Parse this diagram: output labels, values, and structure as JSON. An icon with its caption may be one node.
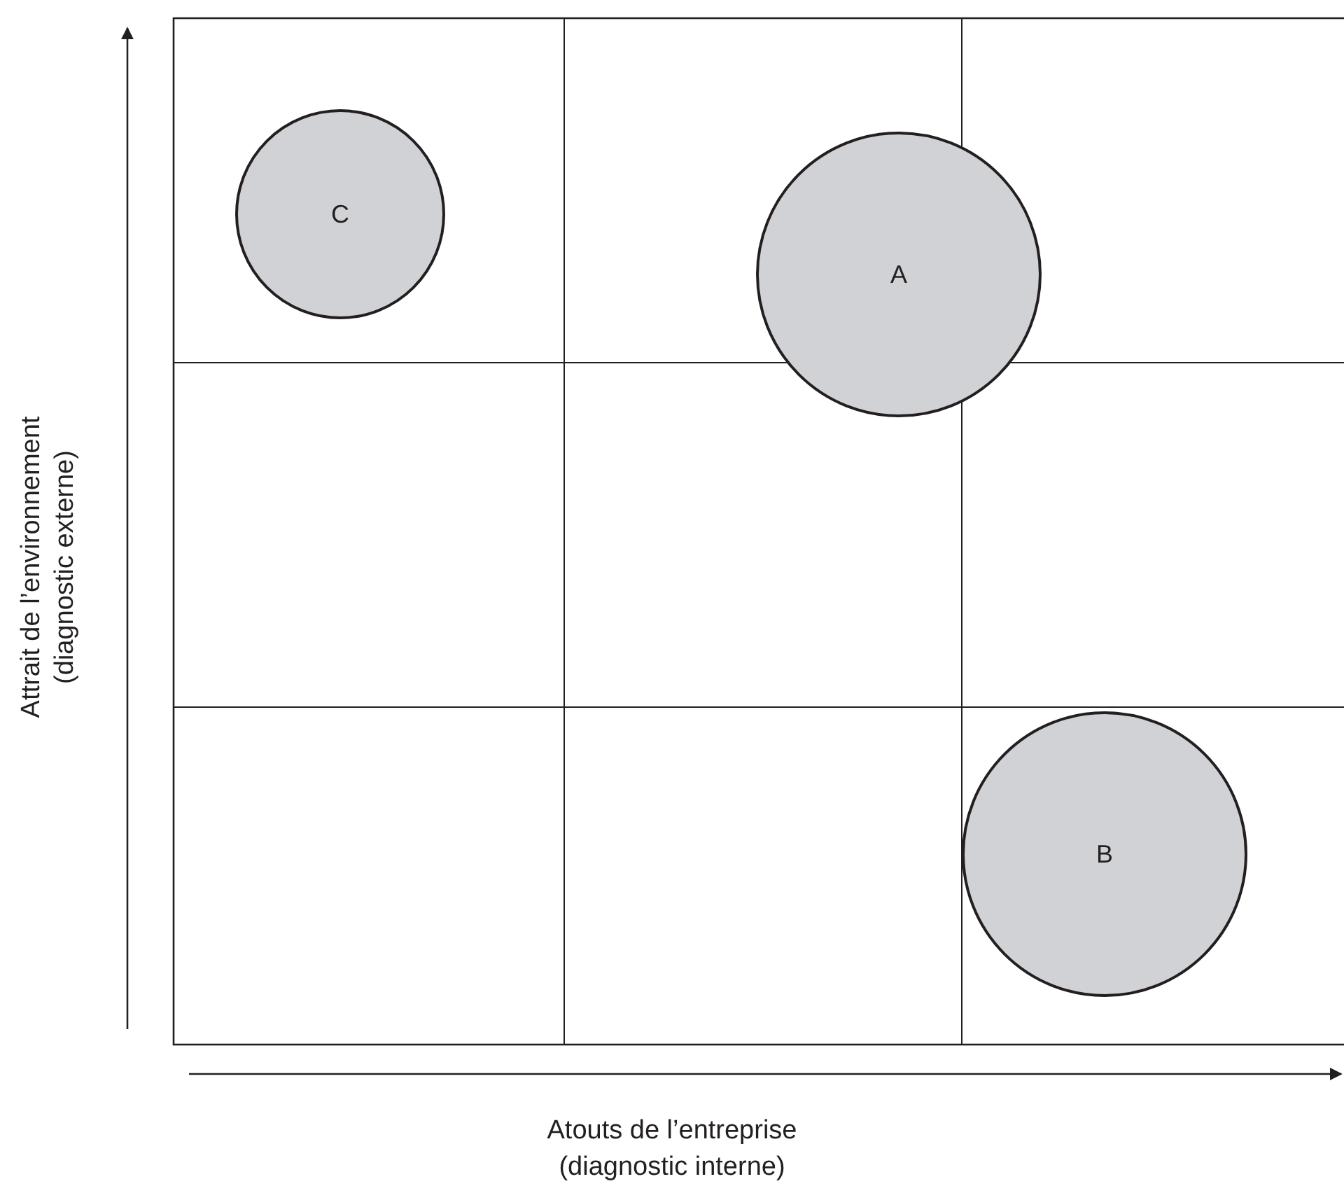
{
  "diagram": {
    "nodes": [
      {
        "text": [
          "C"
        ]
      },
      {
        "text": [
          "A"
        ]
      },
      {
        "text": [
          "B"
        ]
      }
    ],
    "labels": [
      "Attrait de l’environnement",
      "(diagnostic externe)",
      "Atouts de l’entreprise",
      "(diagnostic interne)"
    ]
  }
}
